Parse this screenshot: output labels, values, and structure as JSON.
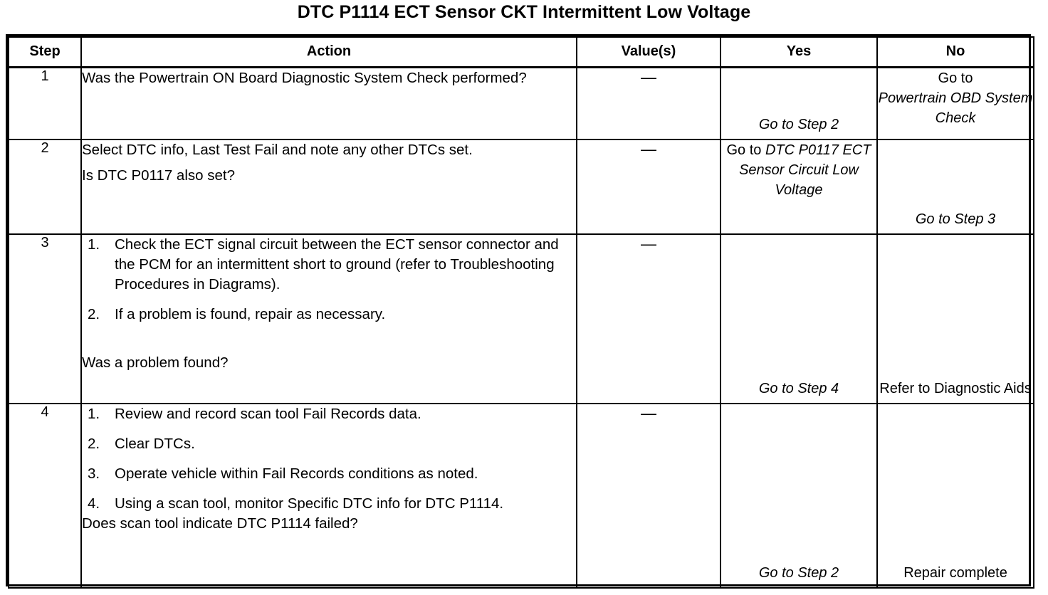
{
  "document": {
    "title": "DTC P1114 ECT Sensor CKT Intermittent Low Voltage"
  },
  "table": {
    "columns": [
      {
        "key": "step",
        "label": "Step"
      },
      {
        "key": "action",
        "label": "Action"
      },
      {
        "key": "value",
        "label": "Value(s)"
      },
      {
        "key": "yes",
        "label": "Yes"
      },
      {
        "key": "no",
        "label": "No"
      }
    ],
    "rows": [
      {
        "step": "1",
        "action": {
          "question": "Was the Powertrain ON Board Diagnostic System Check performed?"
        },
        "value": "—",
        "yes": {
          "italic": "Go to Step 2"
        },
        "no": {
          "plain": "Go to",
          "italic": "Powertrain OBD System Check"
        }
      },
      {
        "step": "2",
        "action": {
          "statement": "Select DTC info, Last Test Fail and note any other DTCs set.",
          "question": "Is DTC P0117 also set?"
        },
        "value": "—",
        "yes": {
          "plain": "Go to",
          "italic": "DTC P0117 ECT Sensor Circuit Low Voltage"
        },
        "no": {
          "italic": "Go to Step 3"
        }
      },
      {
        "step": "3",
        "action": {
          "items": [
            {
              "num": "1.",
              "text": "Check the ECT signal circuit between the ECT sensor connector and the PCM for an intermittent short to ground (refer to Troubleshooting Procedures in Diagrams)."
            },
            {
              "num": "2.",
              "text": "If a problem is found, repair as necessary."
            }
          ],
          "question": "Was a problem found?"
        },
        "value": "—",
        "yes": {
          "italic": "Go to Step 4"
        },
        "no": {
          "plain": "Refer to Diagnostic Aids"
        }
      },
      {
        "step": "4",
        "action": {
          "items": [
            {
              "num": "1.",
              "text": "Review and record scan tool Fail Records data."
            },
            {
              "num": "2.",
              "text": "Clear DTCs."
            },
            {
              "num": "3.",
              "text": "Operate vehicle within Fail Records conditions as noted."
            },
            {
              "num": "4.",
              "text": "Using a scan tool, monitor Specific DTC info for DTC P1114."
            }
          ],
          "question": "Does scan tool indicate DTC P1114 failed?"
        },
        "value": "—",
        "yes": {
          "italic": "Go to Step 2"
        },
        "no": {
          "plain": "Repair complete"
        }
      }
    ]
  },
  "colors": {
    "ink": "#000000",
    "paper": "#ffffff"
  }
}
